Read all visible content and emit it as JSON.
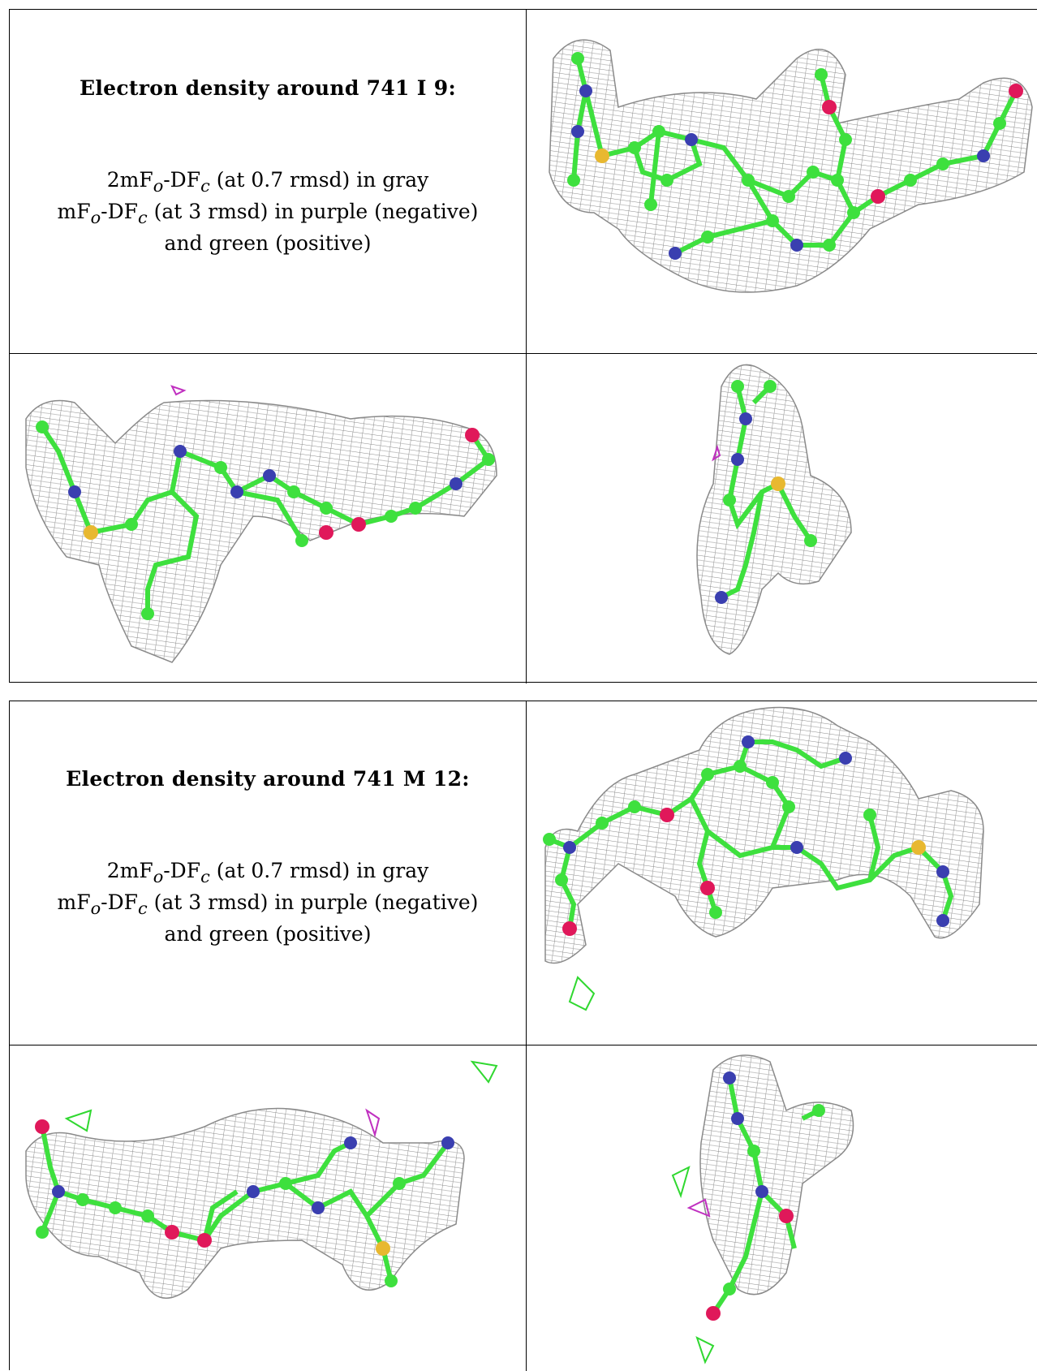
{
  "panels": [
    {
      "title": "Electron density around 741 I 9:",
      "legend_line1_pre": "2mF",
      "legend_line1_sub1": "o",
      "legend_line1_mid": "-DF",
      "legend_line1_sub2": "c",
      "legend_line1_post": " (at 0.7 rmsd) in gray",
      "legend_line2_pre": "mF",
      "legend_line2_sub1": "o",
      "legend_line2_mid": "-DF",
      "legend_line2_sub2": "c",
      "legend_line2_post": " (at 3 rmsd) in purple (negative)",
      "legend_line3": "and green (positive)"
    },
    {
      "title": "Electron density around 741 M 12:",
      "legend_line1_pre": "2mF",
      "legend_line1_sub1": "o",
      "legend_line1_mid": "-DF",
      "legend_line1_sub2": "c",
      "legend_line1_post": " (at 0.7 rmsd) in gray",
      "legend_line2_pre": "mF",
      "legend_line2_sub1": "o",
      "legend_line2_mid": "-DF",
      "legend_line2_sub2": "c",
      "legend_line2_post": " (at 3 rmsd) in purple (negative)",
      "legend_line3": "and green (positive)"
    }
  ],
  "colors": {
    "mesh": "#8a8a8a",
    "carbon": "#3ee03e",
    "nitrogen": "#3a3fb0",
    "oxygen": "#e0185a",
    "sulfur": "#e8b830",
    "negative": "#c030c0",
    "positive": "#30d830"
  }
}
